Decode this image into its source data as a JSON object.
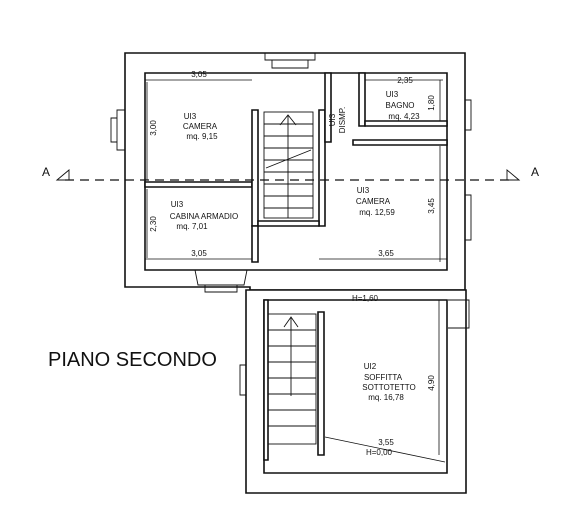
{
  "plan_title": "PIANO SECONDO",
  "section_marks": {
    "left": "A",
    "right": "A"
  },
  "rooms": [
    {
      "unit": "UI3",
      "name": "CAMERA",
      "area": "mq. 9,15"
    },
    {
      "unit": "UI3",
      "name": "CABINA ARMADIO",
      "area": "mq. 7,01"
    },
    {
      "unit": "UI3",
      "name": "BAGNO",
      "area": "mq. 4,23"
    },
    {
      "unit": "UI3",
      "name": "CAMERA",
      "area": "mq. 12,59"
    },
    {
      "unit": "UI2",
      "name": "SOFFITTA",
      "name2": "SOTTOTETTO",
      "area": "mq. 16,78"
    }
  ],
  "disimpegno": {
    "unit": "UI3",
    "name": "DISMP."
  },
  "dimensions": {
    "camera1_w": "3,05",
    "camera1_h": "3,00",
    "cabina_h": "2,30",
    "cabina_w": "3,05",
    "bagno_w": "2,35",
    "bagno_h": "1,80",
    "camera2_h": "3,45",
    "camera2_w": "3,65",
    "soffitta_h": "4,90",
    "soffitta_w": "3,55"
  },
  "heights": {
    "top": "H=1,60",
    "bottom": "H=0,00"
  }
}
